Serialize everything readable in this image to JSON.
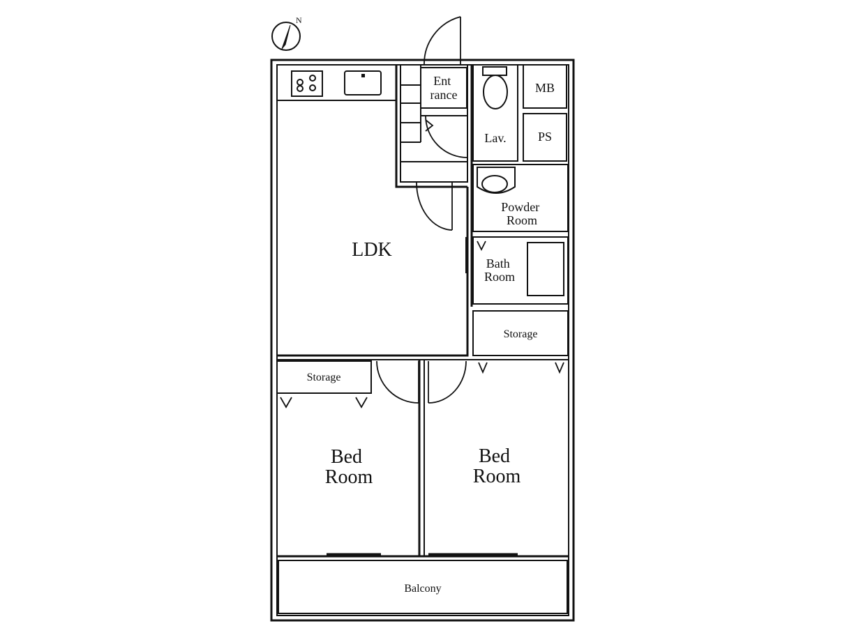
{
  "compass": {
    "north_label": "N"
  },
  "rooms": {
    "ldk": "LDK",
    "entrance_line1": "Ent",
    "entrance_line2": "rance",
    "lav": "Lav.",
    "mb": "MB",
    "ps": "PS",
    "powder_line1": "Powder",
    "powder_line2": "Room",
    "bath_line1": "Bath",
    "bath_line2": "Room",
    "storage_right": "Storage",
    "storage_left": "Storage",
    "bed1_line1": "Bed",
    "bed1_line2": "Room",
    "bed2_line1": "Bed",
    "bed2_line2": "Room",
    "balcony": "Balcony"
  }
}
